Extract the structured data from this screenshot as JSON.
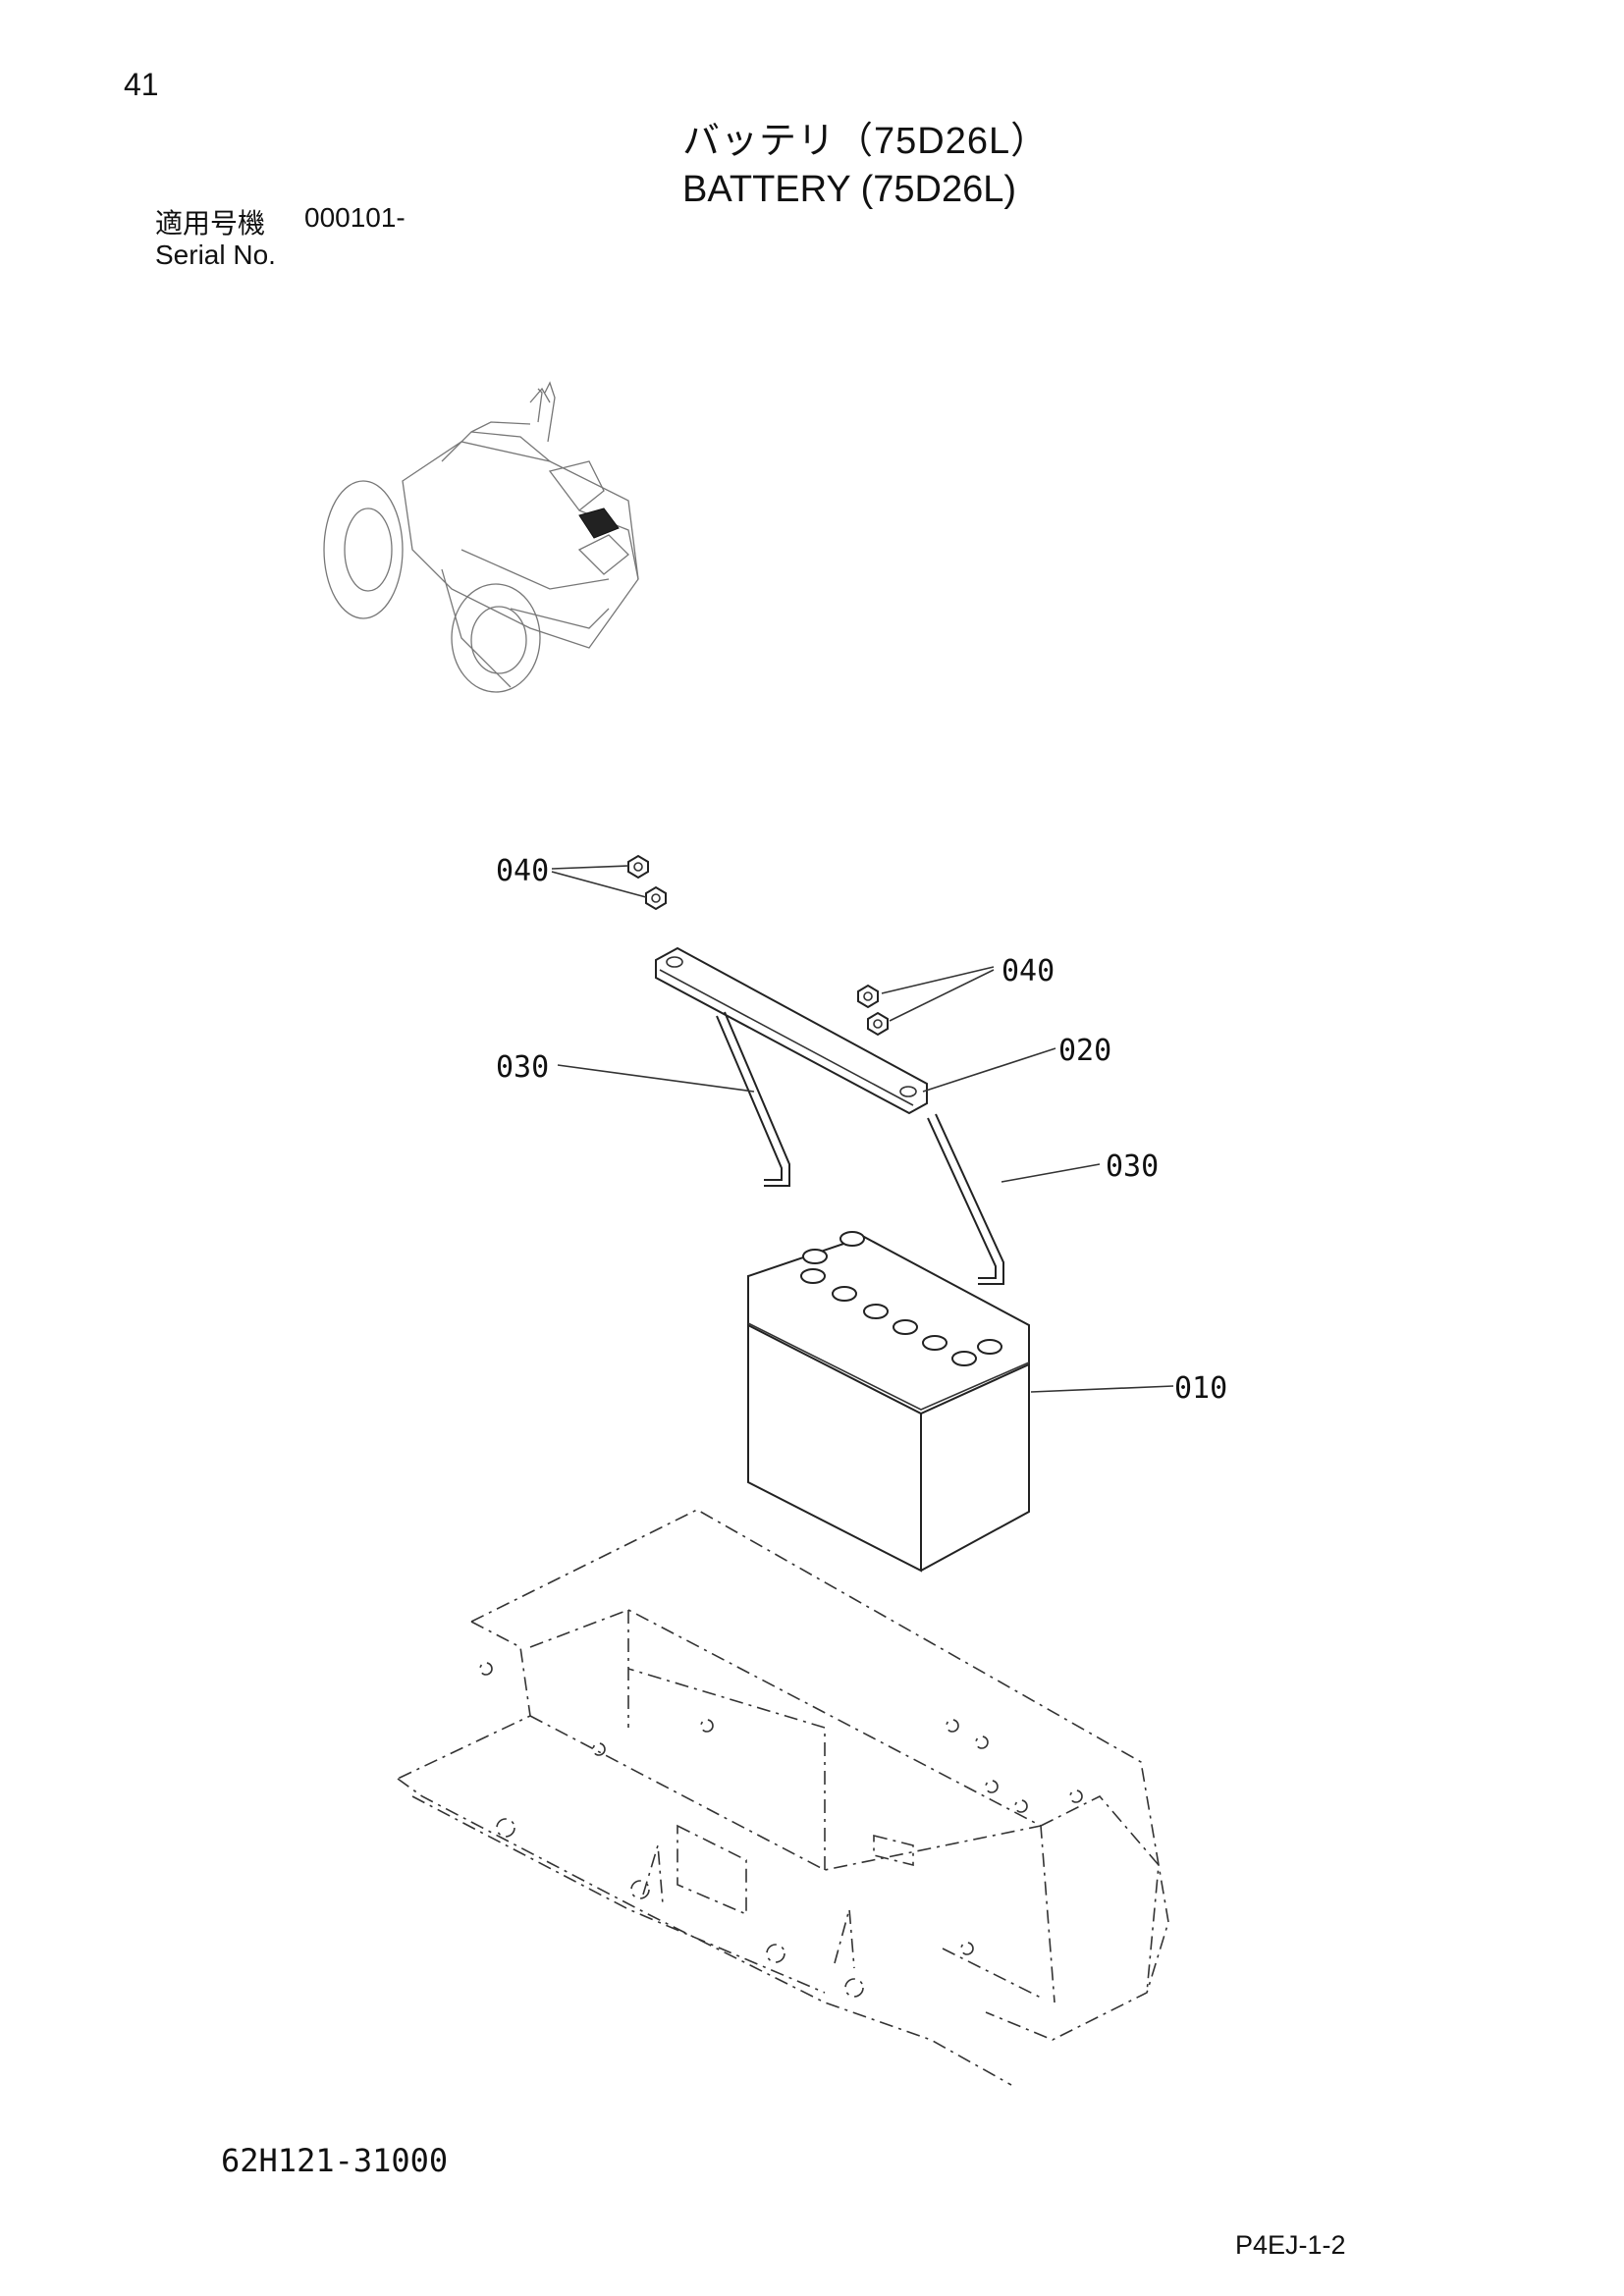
{
  "page": {
    "number": "41",
    "title_jp": "バッテリ（75D26L）",
    "title_en": "BATTERY (75D26L)",
    "serial_label_jp": "適用号機",
    "serial_range": "000101-",
    "serial_label_en": "Serial No.",
    "part_number": "62H121-31000",
    "page_code": "P4EJ-1-2"
  },
  "callouts": {
    "c040_a": "040",
    "c040_b": "040",
    "c030_a": "030",
    "c020": "020",
    "c030_b": "030",
    "c010": "010"
  }
}
